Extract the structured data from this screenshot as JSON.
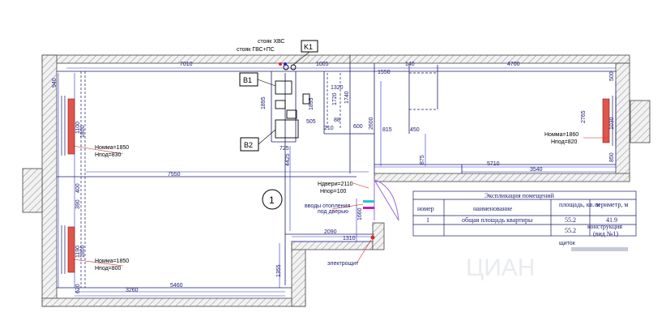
{
  "riser_labels": {
    "cold_water": "стояк ХВС",
    "hot_water": "стояк ГВС+ПС"
  },
  "tags": {
    "k1": "K1",
    "v1": "B1",
    "v2": "B2",
    "room_number": "1"
  },
  "windows": {
    "left_top": {
      "height": "Номма=1850",
      "sill": "Нпод=830"
    },
    "left_bottom": {
      "height": "Номма=1850",
      "sill": "Нпод=800"
    },
    "right": {
      "height": "Номма=1860",
      "sill": "Нпод=820"
    }
  },
  "door": {
    "height": "Ндвери=2110",
    "floor": "Нпор=100"
  },
  "notes": {
    "heating_inlet_1": "вводы отопления",
    "heating_inlet_2": "под дверью",
    "panel": "электрощит",
    "shield": "щиток"
  },
  "dimensions": {
    "top_7010": "7010",
    "top_1005": "1005",
    "top_140": "140",
    "top_1550": "1550",
    "top_4700": "4700",
    "mid_7550": "7550",
    "mid_5710": "5710",
    "mid_3540": "3540",
    "bot_2090": "2090",
    "bot_1310": "1310",
    "bot_3260": "3260",
    "bot_5460": "5460",
    "v_4425": "4425",
    "v_1895": "1895",
    "v_1720": "1720",
    "v_1740": "1740",
    "v_2600": "2600",
    "v_875": "875",
    "v_1355": "1355",
    "v_1660": "1660",
    "v_2765": "2765",
    "h_1320": "1320",
    "h_725": "725",
    "h_600": "600",
    "h_815": "815",
    "h_450": "450",
    "h_210": "210",
    "h_88": "88",
    "h_505": "505",
    "l_940": "940",
    "l_1100": "1100",
    "l_1800a": "1800",
    "l_400": "400",
    "l_390": "390",
    "l_1190": "1190",
    "l_1800b": "1800",
    "l_620": "620",
    "r_500": "500",
    "r_1030": "1030",
    "r_850": "850"
  },
  "table": {
    "title": "Экспликация помещений",
    "headers": [
      "номер",
      "наименование",
      "площадь, кв. м",
      "периметр, м"
    ],
    "rows": [
      [
        "1",
        "общая площадь квартиры",
        "55.2",
        "41.9"
      ]
    ],
    "total_area": "55.2",
    "note_1": "конструкция",
    "note_2": "(вид №1)"
  },
  "watermark": "ЦИАН",
  "colors": {
    "ink": "#1a1a6e",
    "wall_hatch": "#9a9a9a",
    "radiator": "#e0554a",
    "leader": "#cc2222",
    "door_arc": "#9a6bd1",
    "cyan_mark": "#29c4dc",
    "magenta_mark": "#c81ea8"
  }
}
